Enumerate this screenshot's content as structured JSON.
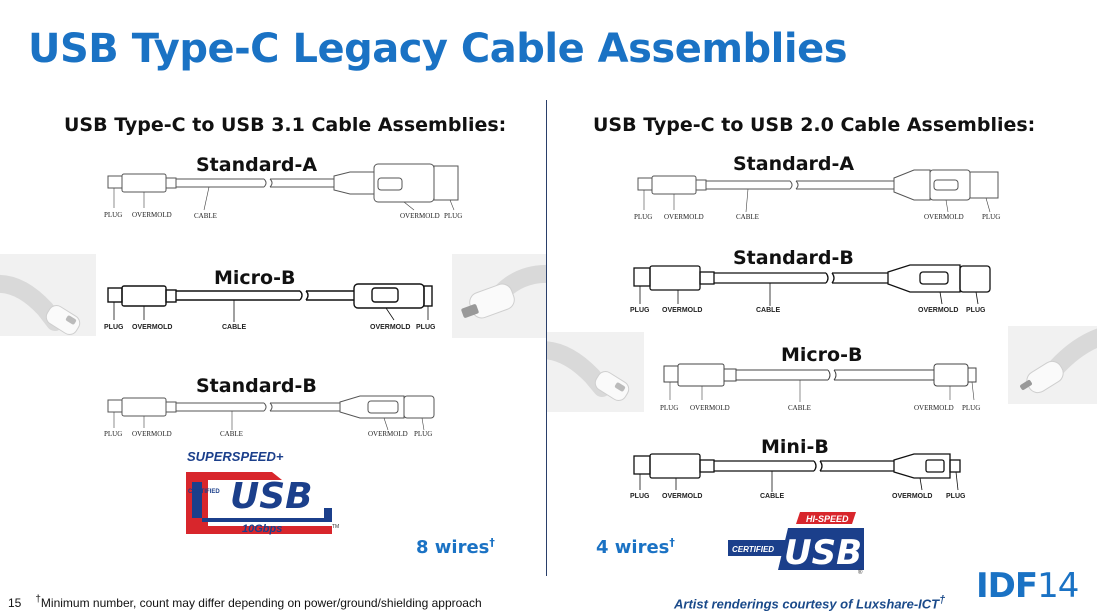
{
  "title": "USB Type-C Legacy Cable Assemblies",
  "left_column": {
    "heading": "USB Type-C to USB 3.1 Cable Assemblies:",
    "cables": [
      {
        "name": "Standard-A",
        "plug_label": "PLUG",
        "overmold_label": "OVERMOLD",
        "cable_label": "CABLE",
        "overmold_right_label": "OVERMOLD",
        "plug_right_label": "PLUG"
      },
      {
        "name": "Micro-B",
        "plug_label": "PLUG",
        "overmold_label": "OVERMOLD",
        "cable_label": "CABLE",
        "overmold_right_label": "OVERMOLD",
        "plug_right_label": "PLUG"
      },
      {
        "name": "Standard-B",
        "plug_label": "PLUG",
        "overmold_label": "OVERMOLD",
        "cable_label": "CABLE",
        "overmold_right_label": "OVERMOLD",
        "plug_right_label": "PLUG"
      }
    ],
    "logo": {
      "top": "SUPERSPEED+",
      "certified": "CERTIFIED",
      "usb": "USB",
      "speed": "10Gbps",
      "tm": "TM"
    },
    "wires": "8 wires",
    "wires_mark": "†"
  },
  "right_column": {
    "heading": "USB Type-C to USB 2.0 Cable Assemblies:",
    "cables": [
      {
        "name": "Standard-A",
        "plug_label": "PLUG",
        "overmold_label": "OVERMOLD",
        "cable_label": "CABLE",
        "overmold_right_label": "OVERMOLD",
        "plug_right_label": "PLUG"
      },
      {
        "name": "Standard-B",
        "plug_label": "PLUG",
        "overmold_label": "OVERMOLD",
        "cable_label": "CABLE",
        "overmold_right_label": "OVERMOLD",
        "plug_right_label": "PLUG"
      },
      {
        "name": "Micro-B",
        "plug_label": "PLUG",
        "overmold_label": "OVERMOLD",
        "cable_label": "CABLE",
        "overmold_right_label": "OVERMOLD",
        "plug_right_label": "PLUG"
      },
      {
        "name": "Mini-B",
        "plug_label": "PLUG",
        "overmold_label": "OVERMOLD",
        "cable_label": "CABLE",
        "overmold_right_label": "OVERMOLD",
        "plug_right_label": "PLUG"
      }
    ],
    "logo": {
      "top": "HI-SPEED",
      "certified": "CERTIFIED",
      "usb": "USB",
      "reg": "®"
    },
    "wires": "4 wires",
    "wires_mark": "†"
  },
  "footer": {
    "page_number": "15",
    "note_mark": "†",
    "note": "Minimum number, count may differ depending on power/ground/shielding approach",
    "credit": "Artist renderings courtesy of Luxshare-ICT",
    "credit_mark": "†",
    "brand": "IDF",
    "brand_year": "14"
  },
  "colors": {
    "title_blue": "#1a72c4",
    "logo_red": "#d8262c",
    "logo_navy": "#1b3f8b",
    "divider": "#2a3f6a"
  }
}
